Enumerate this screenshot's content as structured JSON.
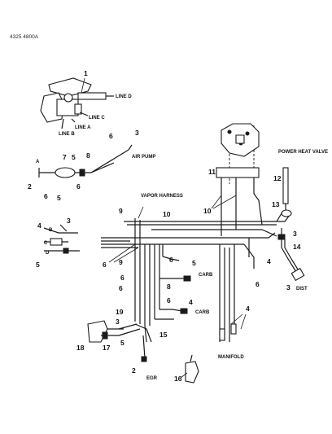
{
  "code": "4325 4800A",
  "callouts": [
    "1",
    "2",
    "3",
    "4",
    "5",
    "6",
    "7",
    "8",
    "9",
    "10",
    "11",
    "12",
    "13",
    "14",
    "15",
    "16",
    "17",
    "18",
    "19"
  ],
  "labels": {
    "line_d": "LINE D",
    "line_c": "LINE C",
    "line_a": "LINE A",
    "line_b": "LINE B",
    "a": "A",
    "b": "B",
    "c": "C",
    "d": "D",
    "air_pump": "AIR PUMP",
    "vapor_harness": "VAPOR HARNESS",
    "power_heat_valve": "POWER HEAT VALVE",
    "carb": "CARB",
    "dist": "DIST",
    "egr": "EGR",
    "manifold": "MANIFOLD"
  }
}
